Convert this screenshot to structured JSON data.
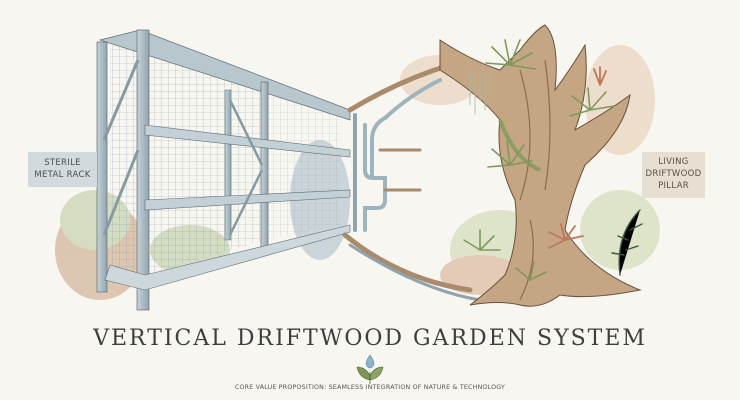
{
  "labels": {
    "left": {
      "lines": [
        "Sterile",
        "Metal Rack"
      ],
      "bg": "#d3dadd"
    },
    "right": {
      "lines": [
        "Living",
        "Driftwood",
        "Pillar"
      ],
      "bg": "#e6dfd2"
    }
  },
  "title": "VERTICAL DRIFTWOOD GARDEN SYSTEM",
  "subtitle": "CORE VALUE PROPOSITION: SEAMLESS INTEGRATION OF NATURE & TECHNOLOGY",
  "icons": {
    "emblem": "water-drop-leaf-icon"
  },
  "colors": {
    "background": "#f7f6f1",
    "metal": "#9fb0b8",
    "wood": "#b89574",
    "foliage": "#7e9a5a",
    "bromeliad": "#c0765a",
    "title": "#3c3f3d"
  }
}
